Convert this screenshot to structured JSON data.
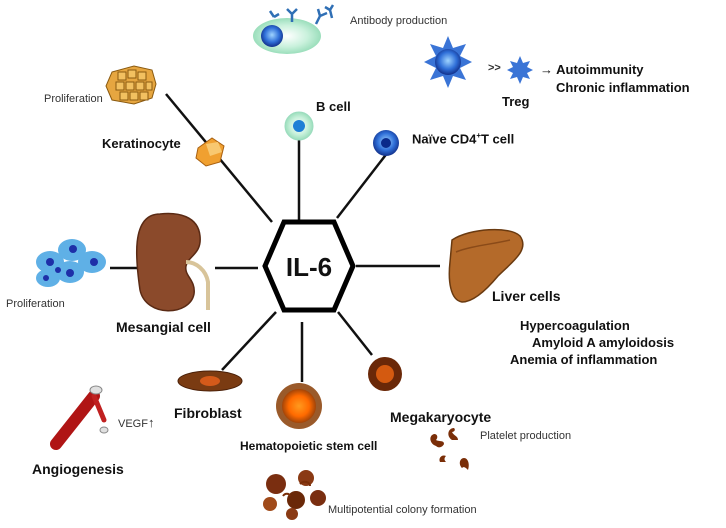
{
  "center": "IL-6",
  "colors": {
    "line": "#111111",
    "antibody": "#2f6fb5",
    "cell_blue": "#1e50c8",
    "kidney": "#8b4a2b",
    "liver": "#b46a2a",
    "fibro": "#7a3b12",
    "stem": "#ff7a00",
    "vessel": "#b01515"
  },
  "labels": {
    "antibody_production": "Antibody production",
    "b_cell": "B cell",
    "autoimmunity": "→ Autoimmunity",
    "chronic_inflammation": "Chronic inflammation",
    "chevrons": ">>",
    "treg": "Treg",
    "naive_cd4": "Naïve CD4",
    "naive_cd4_sup": "+",
    "naive_cd4_tail": "T cell",
    "proliferation_top": "Proliferation",
    "keratinocyte": "Keratinocyte",
    "proliferation_left": "Proliferation",
    "mesangial": "Mesangial cell",
    "liver": "Liver cells",
    "hypercoagulation": "Hypercoagulation",
    "amyloid": "Amyloid A amyloidosis",
    "anemia": "Anemia of inflammation",
    "vegf": "VEGF",
    "vegf_arrow": "↑",
    "fibroblast": "Fibroblast",
    "angiogenesis": "Angiogenesis",
    "hsc": "Hematopoietic stem cell",
    "megakaryocyte": "Megakaryocyte",
    "platelet": "Platelet production",
    "multipotential": "Multipotential colony formation"
  }
}
